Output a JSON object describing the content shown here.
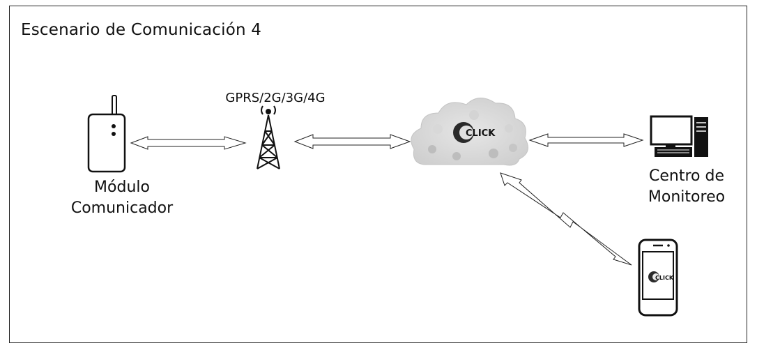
{
  "diagram": {
    "title": "Escenario de Comunicación 4",
    "network_label": "GPRS/2G/3G/4G",
    "module_label": [
      "Módulo",
      "Comunicador"
    ],
    "center_label": [
      "Centro de",
      "Monitoreo"
    ],
    "logo_text": "CLICK"
  }
}
